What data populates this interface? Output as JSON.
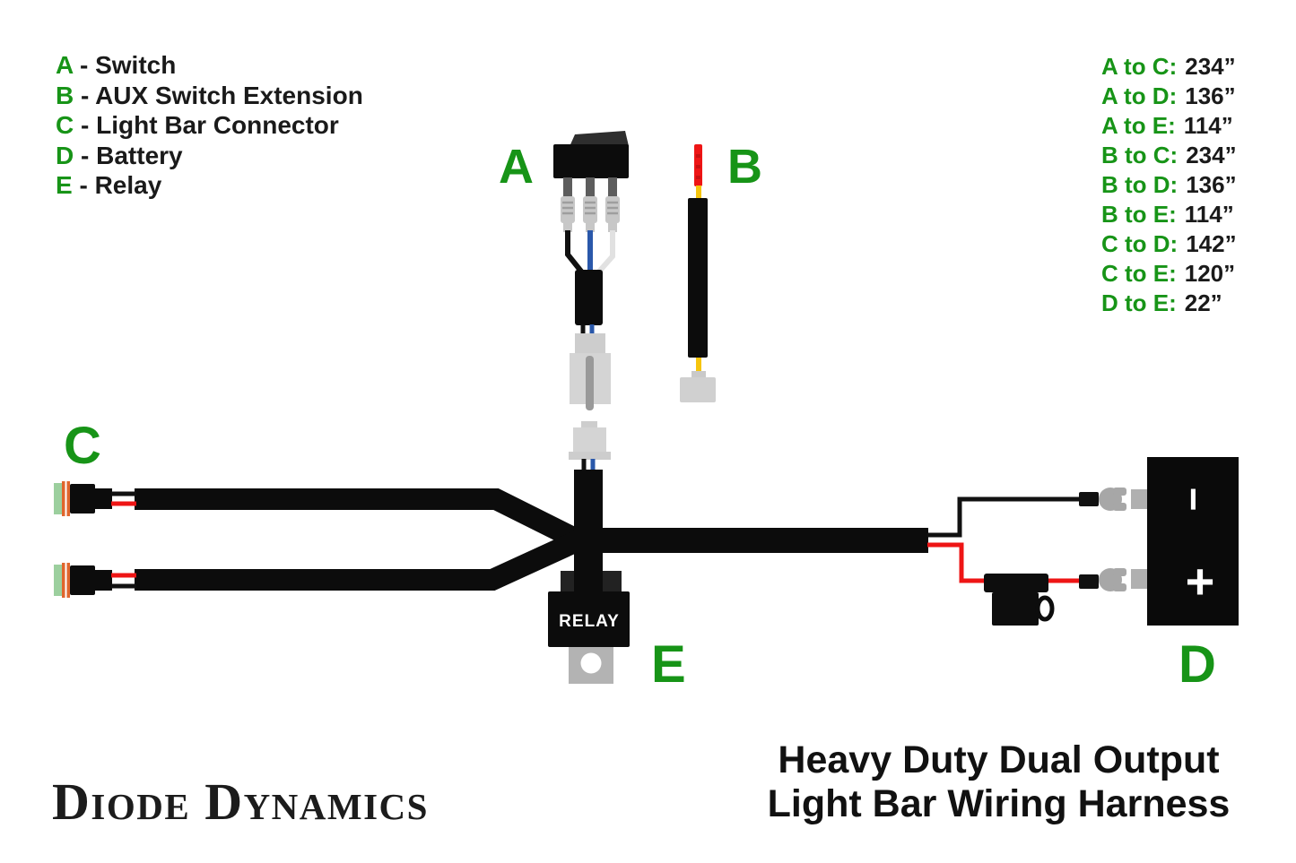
{
  "legend": {
    "separator": " - ",
    "items": [
      {
        "key": "A",
        "name": "Switch"
      },
      {
        "key": "B",
        "name": "AUX Switch Extension"
      },
      {
        "key": "C",
        "name": "Light Bar Connector"
      },
      {
        "key": "D",
        "name": "Battery"
      },
      {
        "key": "E",
        "name": "Relay"
      }
    ]
  },
  "measurements": {
    "items": [
      {
        "label": "A to C:",
        "value": "234”"
      },
      {
        "label": "A to D:",
        "value": "136”"
      },
      {
        "label": "A to E:",
        "value": "114”"
      },
      {
        "label": "B to C:",
        "value": "234”"
      },
      {
        "label": "B to D:",
        "value": "136”"
      },
      {
        "label": "B to E:",
        "value": "114”"
      },
      {
        "label": "C to D:",
        "value": "142”"
      },
      {
        "label": "C to E:",
        "value": "120”"
      },
      {
        "label": "D to E:",
        "value": "22”"
      }
    ]
  },
  "diagram": {
    "component_labels": {
      "switch": "A",
      "aux_extension": "B",
      "light_bar_connector": "C",
      "battery": "D",
      "relay": "E"
    },
    "relay_label": "RELAY",
    "battery_terminals": {
      "negative": "−",
      "positive": "+"
    }
  },
  "footer": {
    "brand": "Diode Dynamics",
    "title_line1": "Heavy Duty Dual Output",
    "title_line2": "Light Bar Wiring Harness"
  },
  "colors": {
    "label_green": "#179417",
    "harness_black": "#0c0c0c",
    "wire_red": "#ee1515",
    "wire_blue": "#2a58aa",
    "wire_yellow": "#f6c50d",
    "wire_white": "#e1e1e1",
    "connector_gray": "#d4d4d4",
    "seal_green": "#9ccf9e",
    "seal_orange": "#e0662d"
  }
}
